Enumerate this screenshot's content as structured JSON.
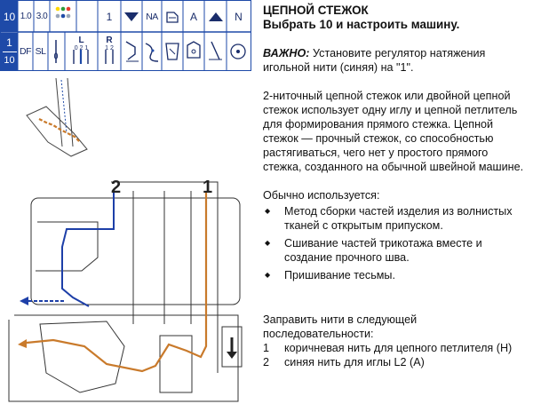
{
  "panel": {
    "top_row": {
      "stitch_no": "10",
      "tension_1": "1.0",
      "tension_2": "3.0",
      "lower_tension": "1",
      "na": "NA",
      "letter_a": "A",
      "letter_n": "N"
    },
    "bottom_row": {
      "stitch_no_top": "1",
      "stitch_no_bottom": "10",
      "df": "DF",
      "sl": "SL",
      "needle_l": "L",
      "needle_r": "R",
      "needle_l_nums": "0 2 1",
      "needle_r_nums": "1 2"
    },
    "colors": {
      "frame": "#1e4aa8",
      "cell_bg": "#ffffff",
      "active_bg": "#1e4aa8"
    }
  },
  "diagram": {
    "label_thread_2": "2",
    "label_thread_1": "1",
    "colors": {
      "brown_thread": "#c97a2b",
      "blue_thread": "#1d3fa8",
      "outline": "#333333"
    },
    "icons": [
      "lower-looper-arrow-icon",
      "down-arrow-icon"
    ]
  },
  "text": {
    "title_line1": "ЦЕПНОЙ СТЕЖОК",
    "title_line2": "Выбрать 10 и настроить машину.",
    "important_label": "ВАЖНО:",
    "important_text": "Установите регулятор натяжения игольной нити (синяя) на \"1\".",
    "description": "2-ниточный цепной стежок или двойной цепной стежок использует одну иглу и цепной петлитель для формирования прямого стежка. Цепной стежок — прочный стежок, со способностью растягиваться, чего нет у простого прямого стежка, созданного на обычной швейной машине.",
    "uses_heading": "Обычно используется:",
    "uses": [
      "Метод сборки частей изделия из волнистых тканей с открытым припуском.",
      "Сшивание частей трикотажа вместе и создание прочного шва.",
      "Пришивание тесьмы."
    ],
    "threading_heading": "Заправить нити в следующей последовательности:",
    "steps": [
      {
        "num": "1",
        "text": "коричневая нить для цепного петлителя (H)"
      },
      {
        "num": "2",
        "text": "синяя нить для иглы L2 (A)"
      }
    ]
  }
}
